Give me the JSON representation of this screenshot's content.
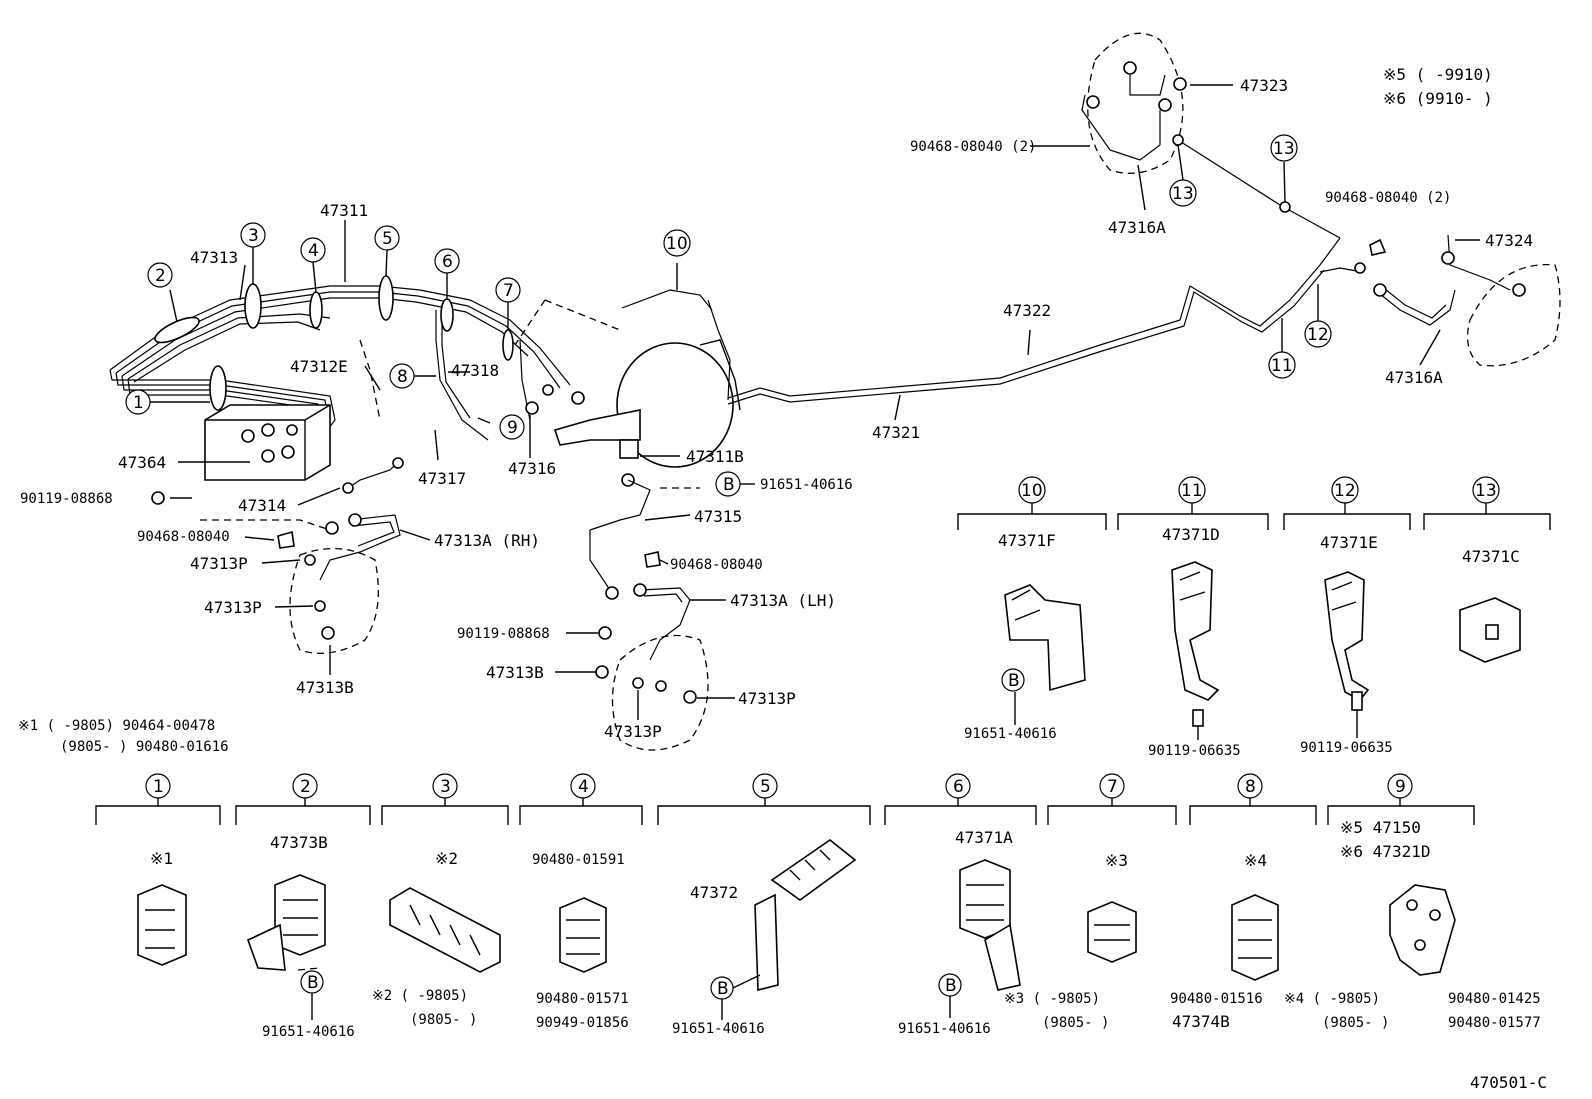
{
  "diagram_code": "470501-C",
  "notes": {
    "n5": "※5 (      -9910)",
    "n6": "※6 (9910-       )",
    "n1a": "※1 (      -9805) 90464-00478",
    "n1b": "(9805-      ) 90480-01616",
    "n2a": "※2 (      -9805)",
    "n2b": "(9805-      )",
    "n3a": "※3 (      -9805)",
    "n3b": "(9805-      )",
    "n4a": "※4 (      -9805)",
    "n4b": "(9805-      )"
  },
  "callouts": {
    "c1": "1",
    "c2": "2",
    "c3": "3",
    "c4": "4",
    "c5": "5",
    "c6": "6",
    "c7": "7",
    "c8": "8",
    "c9": "9",
    "c10": "10",
    "c11": "11",
    "c12": "12",
    "c13": "13",
    "b": "B"
  },
  "labels": {
    "p47323": "47323",
    "p90468_2a": "90468-08040 (2)",
    "p47316A_a": "47316A",
    "p90468_2b": "90468-08040 (2)",
    "p47324": "47324",
    "p47322": "47322",
    "p47316A_b": "47316A",
    "p47321": "47321",
    "p47311": "47311",
    "p47313": "47313",
    "p47312E": "47312E",
    "p47318": "47318",
    "p47364": "47364",
    "p47317": "47317",
    "p47316": "47316",
    "p47311B": "47311B",
    "p91651_40616": "91651-40616",
    "p90119_08868a": "90119-08868",
    "p47314": "47314",
    "p47315": "47315",
    "p90468_08040a": "90468-08040",
    "p47313A_RH": "47313A (RH)",
    "p47313P_a": "47313P",
    "p47313P_b": "47313P",
    "p47313B_a": "47313B",
    "p90468_08040b": "90468-08040",
    "p47313A_LH": "47313A (LH)",
    "p90119_08868b": "90119-08868",
    "p47313B_b": "47313B",
    "p47313P_c": "47313P",
    "p47313P_d": "47313P"
  },
  "detail_boxes": {
    "d10": {
      "part": "47371F",
      "sub": "91651-40616"
    },
    "d11": {
      "part": "47371D",
      "sub": "90119-06635"
    },
    "d12": {
      "part": "47371E",
      "sub": "90119-06635"
    },
    "d13": {
      "part": "47371C"
    },
    "d1": {
      "part": "※1"
    },
    "d2": {
      "part": "47373B",
      "sub": "91651-40616"
    },
    "d3": {
      "part": "※2",
      "sub1": "90949-01856"
    },
    "d4": {
      "part": "90480-01591",
      "sub1": "90480-01571"
    },
    "d5": {
      "part": "47372",
      "sub": "91651-40616"
    },
    "d6": {
      "part": "47371A",
      "sub": "91651-40616"
    },
    "d7": {
      "part": "※3"
    },
    "d8": {
      "part": "※4",
      "sub1": "90480-01516",
      "sub2": "47374B"
    },
    "d9": {
      "part1": "※5 47150",
      "part2": "※6 47321D",
      "sub1": "90480-01425",
      "sub2": "90480-01577"
    }
  }
}
